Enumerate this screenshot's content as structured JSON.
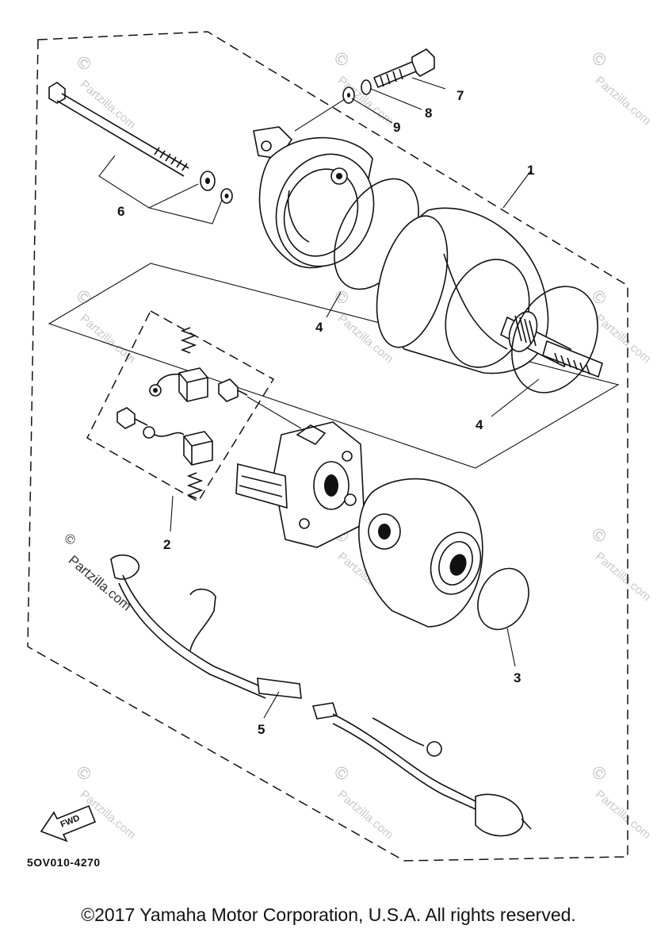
{
  "callouts": {
    "p1": "1",
    "p2": "2",
    "p3": "3",
    "p4a": "4",
    "p4b": "4",
    "p5": "5",
    "p6": "6",
    "p7": "7",
    "p8": "8",
    "p9": "9"
  },
  "diagram_code": "5OV010-4270",
  "fwd_label": "FWD",
  "watermark": {
    "copyright_symbol": "©",
    "site": "Partzilla.com"
  },
  "copyright_text": "©2017 Yamaha Motor Corporation, U.S.A. All rights reserved.",
  "icons": [
    "fwd-arrow-icon"
  ]
}
